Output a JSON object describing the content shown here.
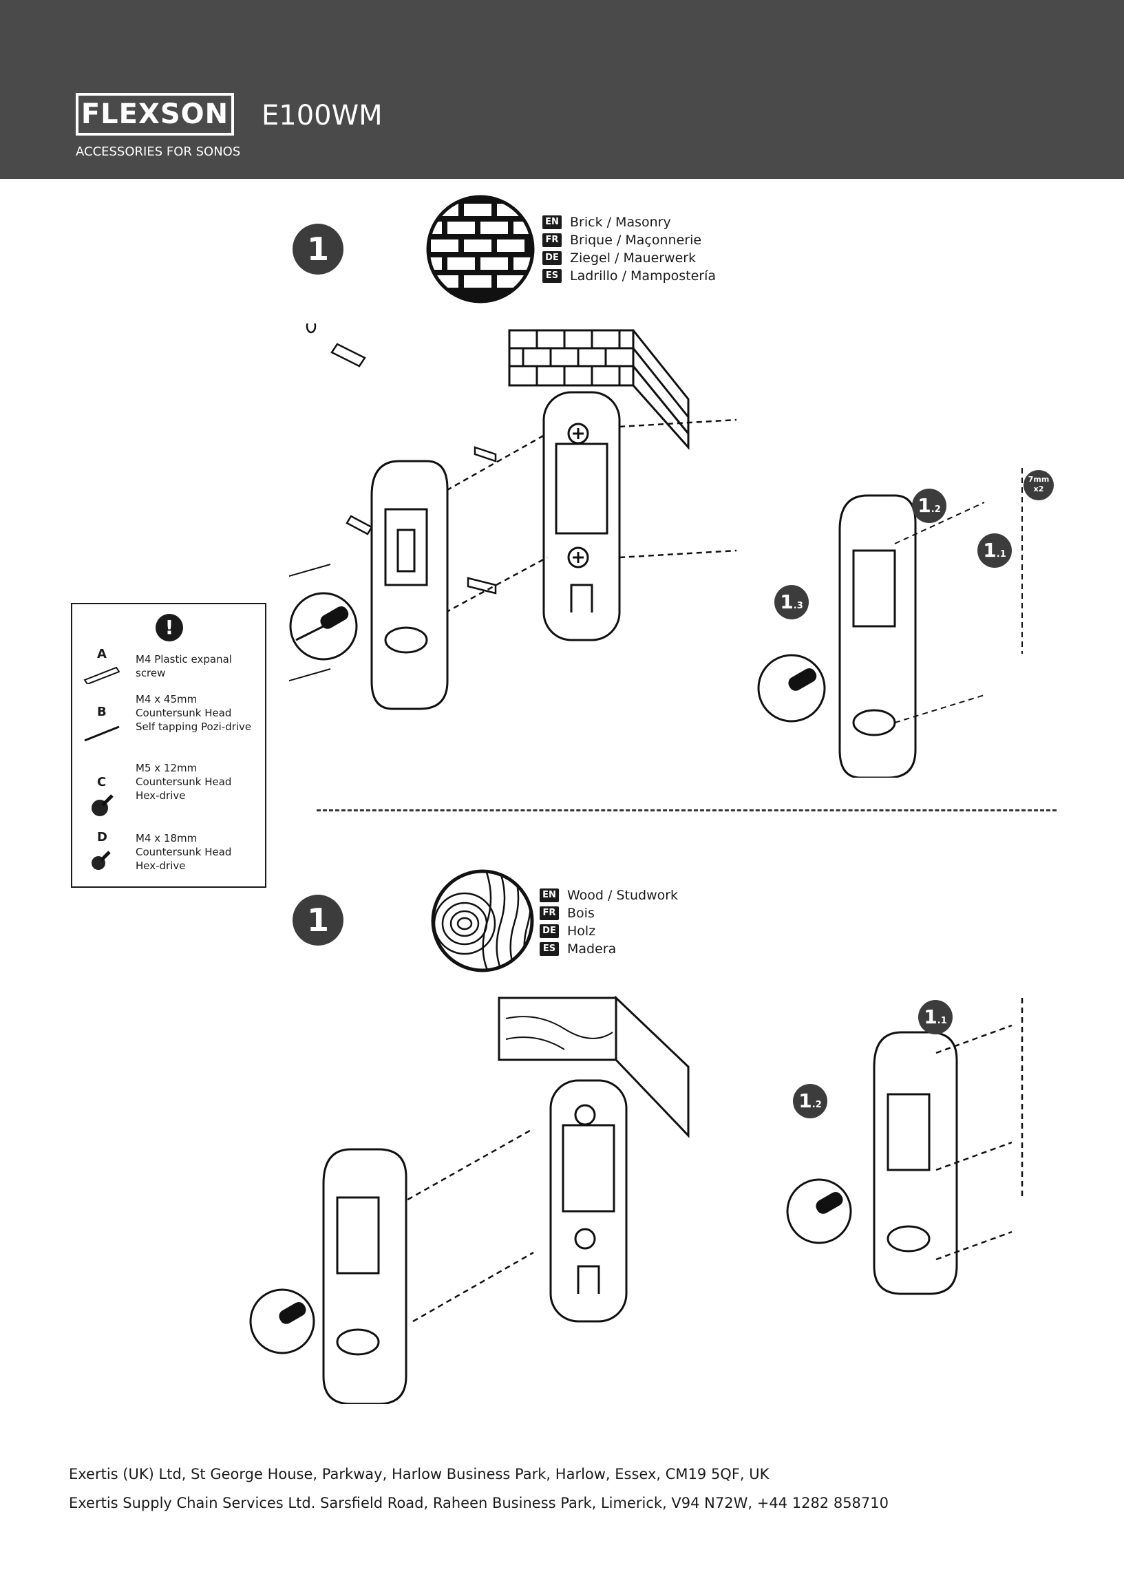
{
  "header": {
    "brand": "FLEXSON",
    "model": "E100WM",
    "tagline": "ACCESSORIES FOR SONOS"
  },
  "section_masonry": {
    "step": "1",
    "languages": [
      {
        "code": "EN",
        "text": "Brick / Masonry"
      },
      {
        "code": "FR",
        "text": "Brique / Maçonnerie"
      },
      {
        "code": "DE",
        "text": "Ziegel / Mauerwerk"
      },
      {
        "code": "ES",
        "text": "Ladrillo / Mampostería"
      }
    ],
    "substeps": [
      "1",
      ".2",
      "1",
      ".1",
      "1",
      ".3"
    ],
    "drill_badge": {
      "size": "7mm",
      "count": "x2"
    }
  },
  "section_wood": {
    "step": "1",
    "languages": [
      {
        "code": "EN",
        "text": "Wood / Studwork"
      },
      {
        "code": "FR",
        "text": "Bois"
      },
      {
        "code": "DE",
        "text": "Holz"
      },
      {
        "code": "ES",
        "text": "Madera"
      }
    ],
    "substeps": [
      "1",
      ".1",
      "1",
      ".2"
    ]
  },
  "parts": {
    "warning_symbol": "!",
    "items": [
      {
        "letter": "A",
        "text": "M4 Plastic expanal screw"
      },
      {
        "letter": "B",
        "text": "M4 x 45mm\nCountersunk Head\nSelf tapping Pozi-drive"
      },
      {
        "letter": "C",
        "text": "M5 x 12mm\nCountersunk Head\nHex-drive"
      },
      {
        "letter": "D",
        "text": "M4 x 18mm\nCountersunk Head\nHex-drive"
      }
    ]
  },
  "footer": {
    "line1": "Exertis (UK) Ltd, St George House, Parkway, Harlow Business Park, Harlow, Essex, CM19 5QF, UK",
    "line2": "Exertis Supply Chain Services Ltd. Sarsfield Road, Raheen Business Park, Limerick, V94 N72W,  +44 1282 858710"
  }
}
